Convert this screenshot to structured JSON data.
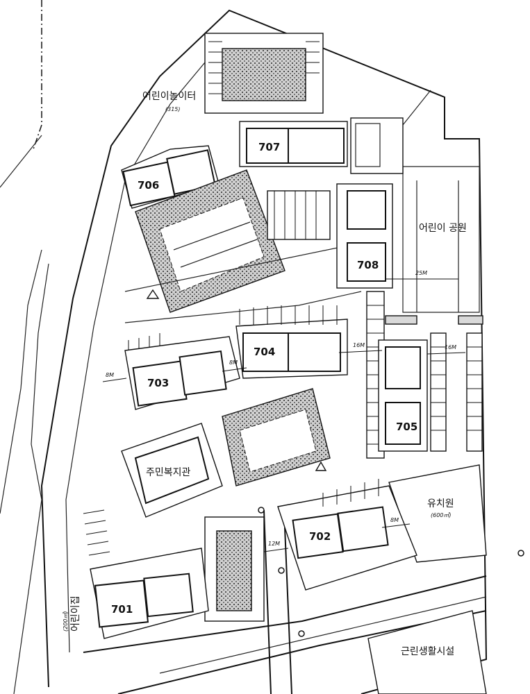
{
  "buildings": [
    {
      "key": "706",
      "label": "706"
    },
    {
      "key": "707",
      "label": "707"
    },
    {
      "key": "708",
      "label": "708"
    },
    {
      "key": "704",
      "label": "704"
    },
    {
      "key": "703",
      "label": "703"
    },
    {
      "key": "705",
      "label": "705"
    },
    {
      "key": "702",
      "label": "702"
    },
    {
      "key": "701",
      "label": "701"
    }
  ],
  "facilities": {
    "playground": "어린이놀이터",
    "playground_area": "(315)",
    "park": "어린이 공원",
    "welfare": "주민복지관",
    "kindergarten": "유치원",
    "kindergarten_area": "(600㎡)",
    "daycare": "어린이집",
    "daycare_area": "(200㎡)",
    "shops": "근린생활시설"
  },
  "dimensions": {
    "d_25m": "25M",
    "d_16m_a": "16M",
    "d_16m_b": "16M",
    "d_8m_a": "8M",
    "d_8m_b": "8M",
    "d_8m_c": "8M",
    "d_12m": "12M"
  }
}
